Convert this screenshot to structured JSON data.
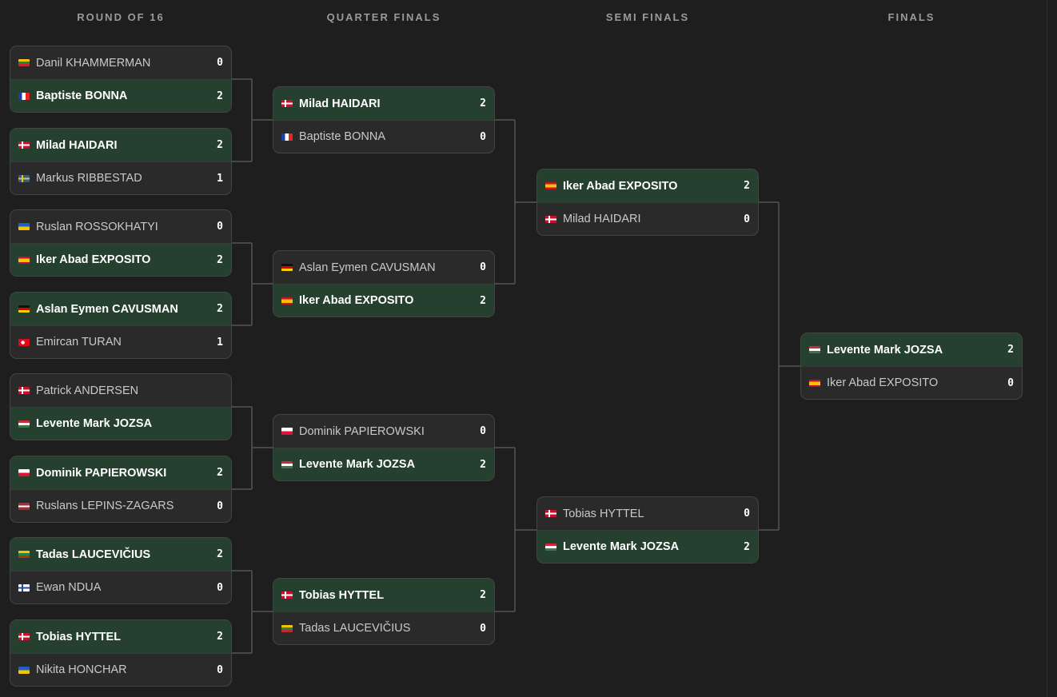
{
  "rounds": [
    {
      "title": "ROUND OF 16",
      "matches": [
        {
          "players": [
            {
              "name": "Danil KHAMMERMAN",
              "flag": "lithuania-flag",
              "score": "0",
              "winner": false
            },
            {
              "name": "Baptiste BONNA",
              "flag": "france-flag",
              "score": "2",
              "winner": true
            }
          ]
        },
        {
          "players": [
            {
              "name": "Milad HAIDARI",
              "flag": "denmark-flag",
              "score": "2",
              "winner": true
            },
            {
              "name": "Markus RIBBESTAD",
              "flag": "sweden-flag",
              "score": "1",
              "winner": false
            }
          ]
        },
        {
          "players": [
            {
              "name": "Ruslan ROSSOKHATYI",
              "flag": "ukraine-flag",
              "score": "0",
              "winner": false
            },
            {
              "name": "Iker Abad EXPOSITO",
              "flag": "spain-flag",
              "score": "2",
              "winner": true
            }
          ]
        },
        {
          "players": [
            {
              "name": "Aslan Eymen CAVUSMAN",
              "flag": "germany-flag",
              "score": "2",
              "winner": true
            },
            {
              "name": "Emircan TURAN",
              "flag": "turkey-flag",
              "score": "1",
              "winner": false
            }
          ]
        },
        {
          "players": [
            {
              "name": "Patrick ANDERSEN",
              "flag": "denmark-flag",
              "score": "",
              "winner": false
            },
            {
              "name": "Levente Mark JOZSA",
              "flag": "hungary-flag",
              "score": "",
              "winner": true
            }
          ]
        },
        {
          "players": [
            {
              "name": "Dominik PAPIEROWSKI",
              "flag": "poland-flag",
              "score": "2",
              "winner": true
            },
            {
              "name": "Ruslans LEPINS-ZAGARS",
              "flag": "latvia-flag",
              "score": "0",
              "winner": false
            }
          ]
        },
        {
          "players": [
            {
              "name": "Tadas LAUCEVIČIUS",
              "flag": "lithuania-flag",
              "score": "2",
              "winner": true
            },
            {
              "name": "Ewan NDUA",
              "flag": "finland-flag",
              "score": "0",
              "winner": false
            }
          ]
        },
        {
          "players": [
            {
              "name": "Tobias HYTTEL",
              "flag": "denmark-flag",
              "score": "2",
              "winner": true
            },
            {
              "name": "Nikita HONCHAR",
              "flag": "ukraine-flag",
              "score": "0",
              "winner": false
            }
          ]
        }
      ]
    },
    {
      "title": "QUARTER FINALS",
      "matches": [
        {
          "players": [
            {
              "name": "Milad HAIDARI",
              "flag": "denmark-flag",
              "score": "2",
              "winner": true
            },
            {
              "name": "Baptiste BONNA",
              "flag": "france-flag",
              "score": "0",
              "winner": false
            }
          ]
        },
        {
          "players": [
            {
              "name": "Aslan Eymen CAVUSMAN",
              "flag": "germany-flag",
              "score": "0",
              "winner": false
            },
            {
              "name": "Iker Abad EXPOSITO",
              "flag": "spain-flag",
              "score": "2",
              "winner": true
            }
          ]
        },
        {
          "players": [
            {
              "name": "Dominik PAPIEROWSKI",
              "flag": "poland-flag",
              "score": "0",
              "winner": false
            },
            {
              "name": "Levente Mark JOZSA",
              "flag": "hungary-flag",
              "score": "2",
              "winner": true
            }
          ]
        },
        {
          "players": [
            {
              "name": "Tobias HYTTEL",
              "flag": "denmark-flag",
              "score": "2",
              "winner": true
            },
            {
              "name": "Tadas LAUCEVIČIUS",
              "flag": "lithuania-flag",
              "score": "0",
              "winner": false
            }
          ]
        }
      ]
    },
    {
      "title": "SEMI FINALS",
      "matches": [
        {
          "players": [
            {
              "name": "Iker Abad EXPOSITO",
              "flag": "spain-flag",
              "score": "2",
              "winner": true
            },
            {
              "name": "Milad HAIDARI",
              "flag": "denmark-flag",
              "score": "0",
              "winner": false
            }
          ]
        },
        {
          "players": [
            {
              "name": "Tobias HYTTEL",
              "flag": "denmark-flag",
              "score": "0",
              "winner": false
            },
            {
              "name": "Levente Mark JOZSA",
              "flag": "hungary-flag",
              "score": "2",
              "winner": true
            }
          ]
        }
      ]
    },
    {
      "title": "FINALS",
      "matches": [
        {
          "players": [
            {
              "name": "Levente Mark JOZSA",
              "flag": "hungary-flag",
              "score": "2",
              "winner": true
            },
            {
              "name": "Iker Abad EXPOSITO",
              "flag": "spain-flag",
              "score": "0",
              "winner": false
            }
          ]
        }
      ]
    }
  ],
  "colors": {
    "background": "#1e1e1e",
    "card": "#2a2a2a",
    "winner_row": "#26402f",
    "connector": "#555555",
    "round_title": "#9a9a9a"
  }
}
